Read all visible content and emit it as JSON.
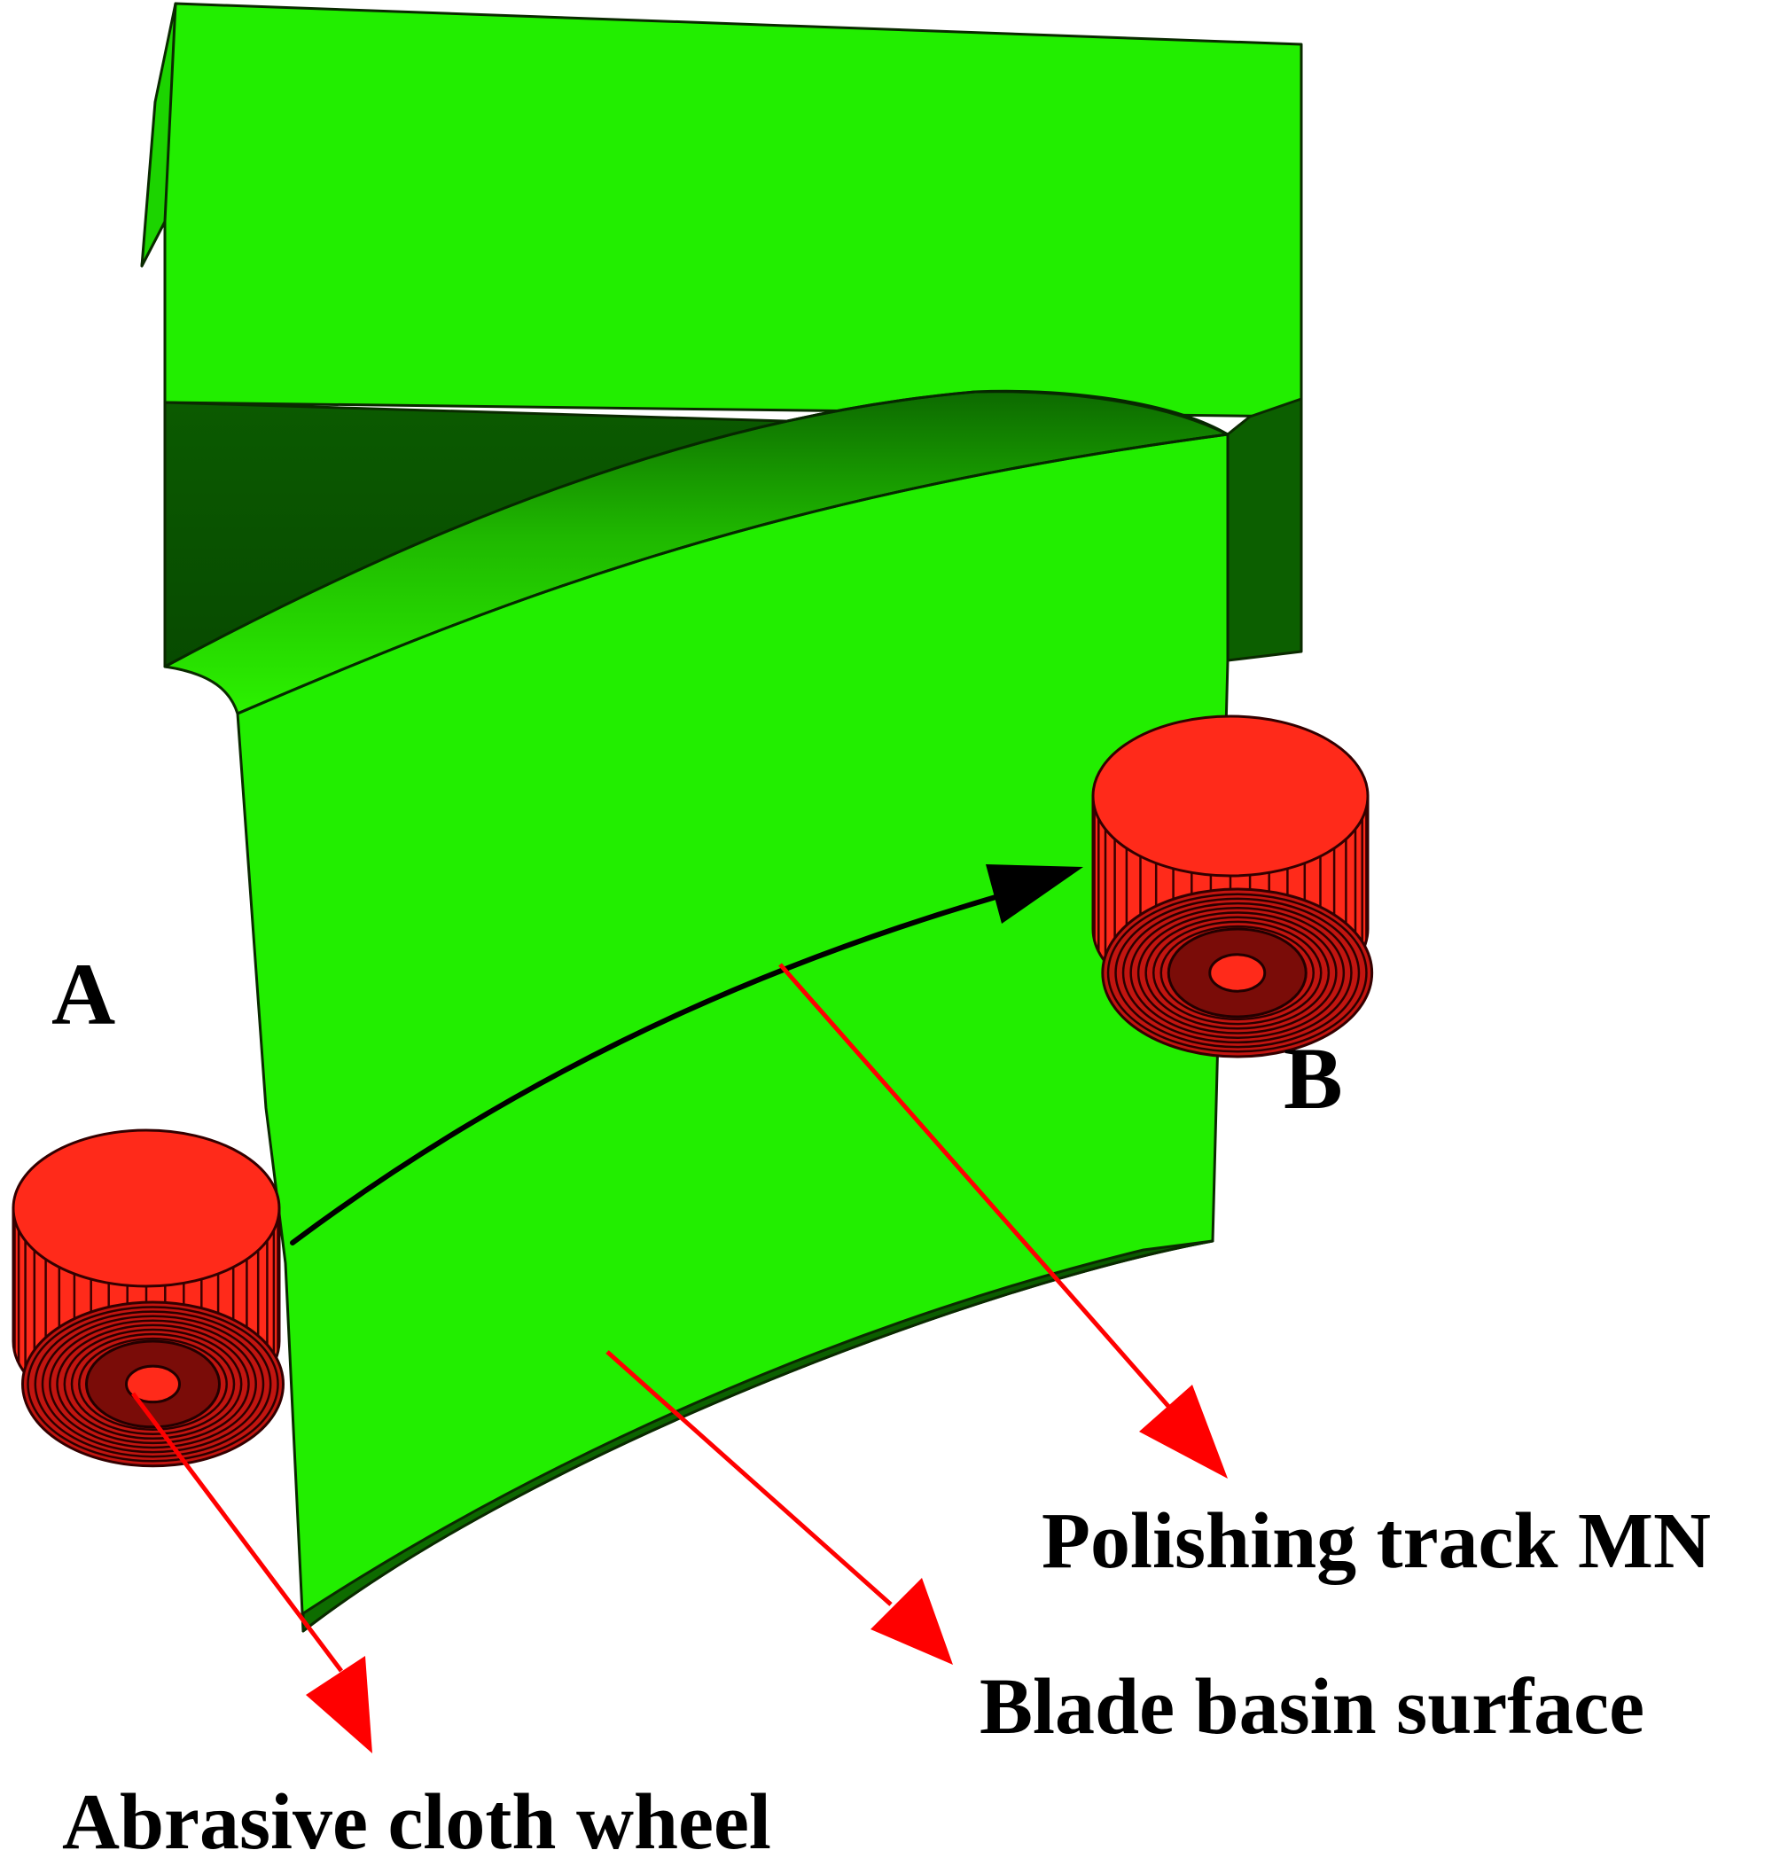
{
  "labels": {
    "point_a": "A",
    "point_b": "B",
    "polishing_track": "Polishing track MN",
    "blade_basin_surface": "Blade basin surface",
    "abrasive_cloth_wheel": "Abrasive cloth wheel"
  },
  "colors": {
    "blade": "#22ee00",
    "blade_shadow": "#0a5c00",
    "wheel": "#ff2a1a",
    "wheel_dark": "#7a0c08",
    "track": "#000000",
    "leader_arrow": "#ff0000"
  }
}
